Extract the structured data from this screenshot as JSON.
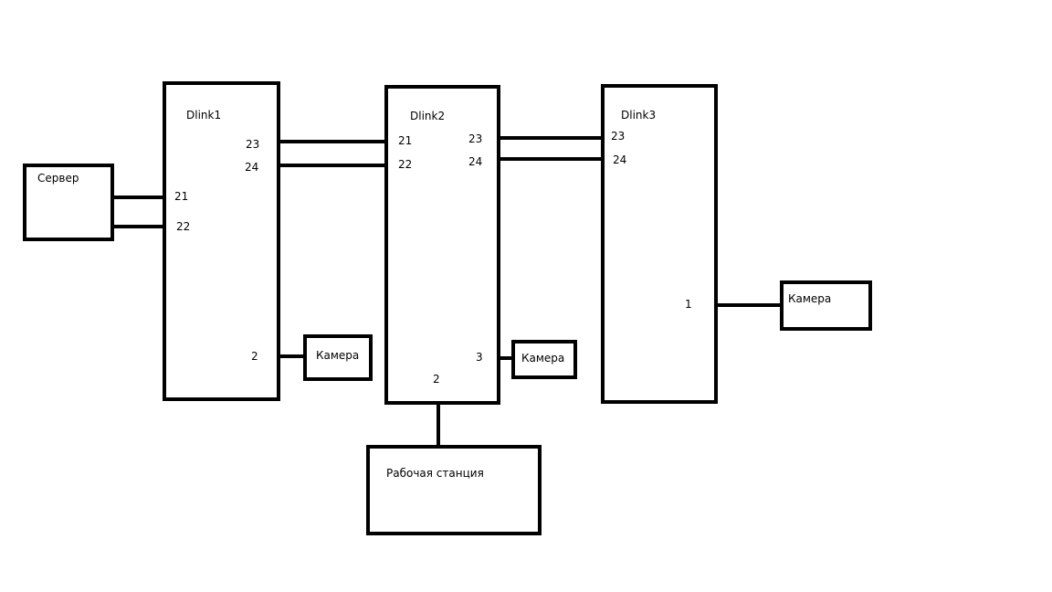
{
  "server": {
    "label": "Сервер"
  },
  "dlink1": {
    "label": "Dlink1",
    "ports": {
      "p23": "23",
      "p24": "24",
      "p21": "21",
      "p22": "22",
      "p2": "2"
    }
  },
  "dlink2": {
    "label": "Dlink2",
    "ports": {
      "p21": "21",
      "p22": "22",
      "p23": "23",
      "p24": "24",
      "p3": "3",
      "p2": "2"
    }
  },
  "dlink3": {
    "label": "Dlink3",
    "ports": {
      "p23": "23",
      "p24": "24",
      "p1": "1"
    }
  },
  "camera1": {
    "label": "Камера"
  },
  "camera2": {
    "label": "Камера"
  },
  "camera3": {
    "label": "Камера"
  },
  "workstation": {
    "label": "Рабочая станция"
  }
}
